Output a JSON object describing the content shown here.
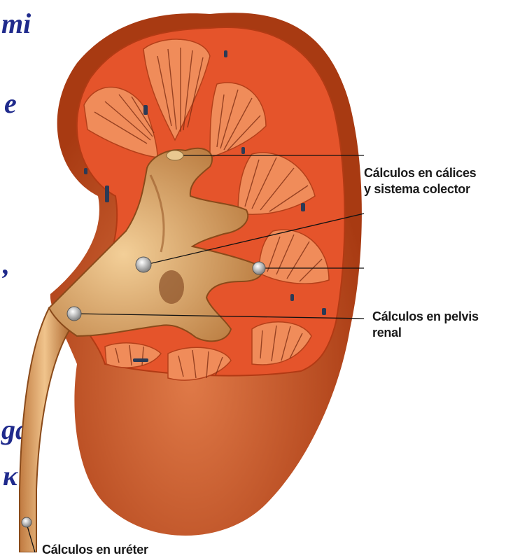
{
  "colors": {
    "capsule": "#c8501e",
    "cortex": "#e5542b",
    "medulla": "#f08c5a",
    "pelvis": "#d7a26a",
    "stone": "#f0f0f0",
    "side_text": "#1f2a8c",
    "label_text": "#1a1a1a"
  },
  "side_fragments": [
    "mi",
    "e",
    ",",
    "ga",
    "κ"
  ],
  "labels": {
    "calices": [
      "Cálculos en cálices",
      "y sistema colector"
    ],
    "pelvis": [
      "Cálculos en pelvis",
      "renal"
    ],
    "ureter": "Cálculos en uréter"
  },
  "icons": [
    "kidney-illustration",
    "kidney-stone-icon"
  ]
}
